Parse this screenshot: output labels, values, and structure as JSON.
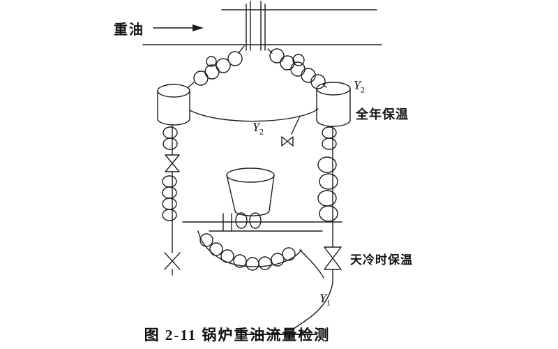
{
  "figure": {
    "caption": "图 2-11  锅炉重油流量检测",
    "labels": {
      "heavy_oil": "重油",
      "y2_right": {
        "base": "Y",
        "sub": "2"
      },
      "y2_mid": {
        "base": "Y",
        "sub": "2"
      },
      "y1": {
        "base": "Y",
        "sub": "1"
      },
      "all_year_insulation": "全年保温",
      "cold_weather_insulation": "天冷时保温"
    },
    "line_color": "#1c1c1c"
  }
}
